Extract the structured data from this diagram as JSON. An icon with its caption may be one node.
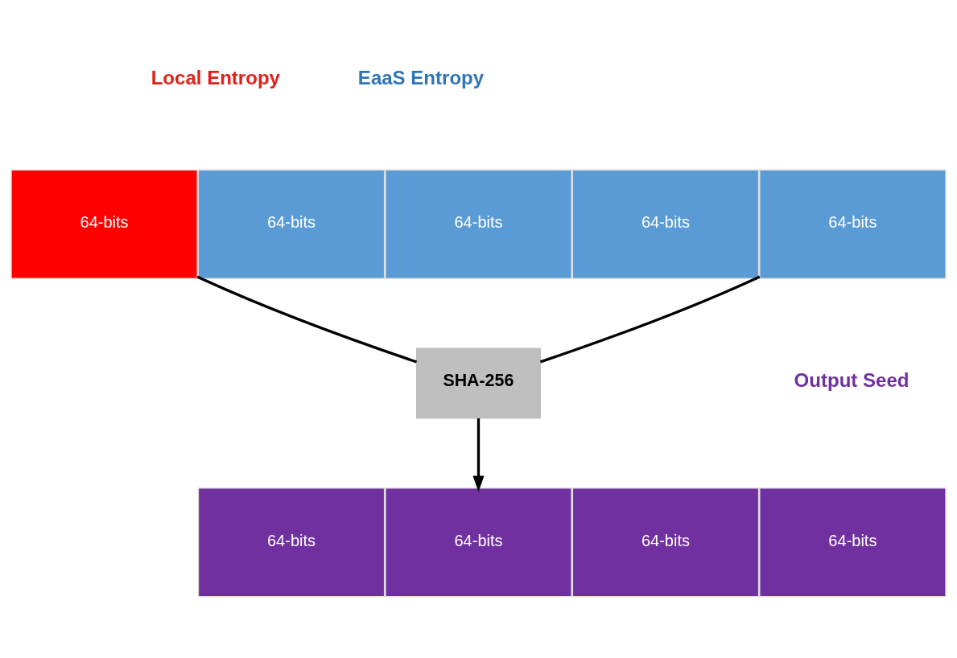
{
  "diagram": {
    "nodes": [
      {
        "text": [
          "64-bits"
        ]
      },
      {
        "text": [
          "64-bits"
        ]
      },
      {
        "text": [
          "64-bits"
        ]
      },
      {
        "text": [
          "64-bits"
        ]
      },
      {
        "text": [
          "64-bits"
        ]
      },
      {
        "text": [
          "SHA-256"
        ]
      },
      {
        "text": [
          "64-bits"
        ]
      },
      {
        "text": [
          "64-bits"
        ]
      },
      {
        "text": [
          "64-bits"
        ]
      },
      {
        "text": [
          "64-bits"
        ]
      }
    ],
    "edges": [
      {
        "from": 0,
        "to": 5,
        "arrow": "none"
      },
      {
        "from": 4,
        "to": 5,
        "arrow": "none"
      },
      {
        "from": 5,
        "to": 7,
        "arrow": "to"
      }
    ],
    "labels": [
      "Local Entropy",
      "EaaS Entropy",
      "Output Seed"
    ]
  }
}
